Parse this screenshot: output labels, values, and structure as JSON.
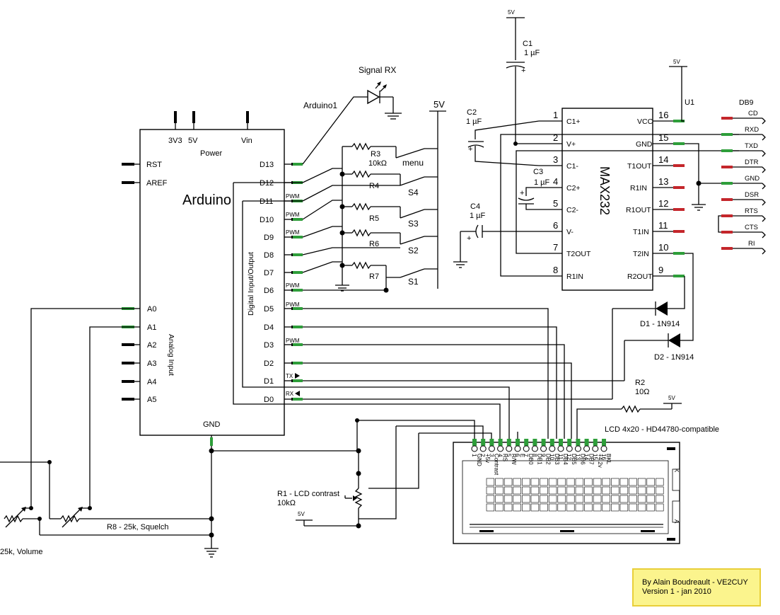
{
  "arduino": {
    "name": "Arduino",
    "power_label": "Power",
    "power_pins": [
      "3V3",
      "5V",
      "Vin"
    ],
    "left_pins": [
      "RST",
      "AREF"
    ],
    "analog_pins": [
      "A0",
      "A1",
      "A2",
      "A3",
      "A4",
      "A5"
    ],
    "analog_label": "Analog Input",
    "digital_label": "Digital Input/Output",
    "digital_pins": [
      "D13",
      "D12",
      "D11",
      "D10",
      "D9",
      "D8",
      "D7",
      "D6",
      "D5",
      "D4",
      "D3",
      "D2",
      "D1",
      "D0"
    ],
    "pwm_tag": "PWM",
    "tx_tag": "TX",
    "rx_tag": "RX",
    "gnd_label": "GND",
    "instance_label": "Arduino1"
  },
  "max232": {
    "name": "MAX232",
    "ref": "U1",
    "left_pins": [
      {
        "num": "1",
        "name": "C1+"
      },
      {
        "num": "2",
        "name": "V+"
      },
      {
        "num": "3",
        "name": "C1-"
      },
      {
        "num": "4",
        "name": "C2+"
      },
      {
        "num": "5",
        "name": "C2-"
      },
      {
        "num": "6",
        "name": "V-"
      },
      {
        "num": "7",
        "name": "T2OUT"
      },
      {
        "num": "8",
        "name": "R1IN"
      }
    ],
    "right_pins": [
      {
        "num": "16",
        "name": "VCC"
      },
      {
        "num": "15",
        "name": "GND"
      },
      {
        "num": "14",
        "name": "T1OUT"
      },
      {
        "num": "13",
        "name": "R1IN"
      },
      {
        "num": "12",
        "name": "R1OUT"
      },
      {
        "num": "11",
        "name": "T1IN"
      },
      {
        "num": "10",
        "name": "T2IN"
      },
      {
        "num": "9",
        "name": "R2OUT"
      }
    ]
  },
  "db9": {
    "title": "DB9",
    "pins": [
      "CD",
      "RXD",
      "TXD",
      "DTR",
      "GND",
      "DSR",
      "RTS",
      "CTS",
      "RI"
    ]
  },
  "supply": "5V",
  "capacitors": [
    {
      "ref": "C1",
      "value": "1 µF"
    },
    {
      "ref": "C2",
      "value": "1 µF"
    },
    {
      "ref": "C3",
      "value": "1 µF"
    },
    {
      "ref": "C4",
      "value": "1 µF"
    }
  ],
  "led": {
    "label": "Signal RX"
  },
  "resistors": {
    "r3_ref": "R3",
    "r3_value": "10kΩ",
    "r4": "R4",
    "r5": "R5",
    "r6": "R6",
    "r7": "R7",
    "r2_ref": "R2",
    "r2_value": "10Ω"
  },
  "switches": [
    "menu",
    "S4",
    "S3",
    "S2",
    "S1"
  ],
  "diodes": [
    "D1 - 1N914",
    "D2 - 1N914"
  ],
  "pots": {
    "r1_label": "R1 - LCD contrast",
    "r1_value": "10kΩ",
    "r8_label": "R8 - 25k, Squelch",
    "vol_label": "25k, Volume"
  },
  "lcd": {
    "title": "LCD 4x20 -  HD44780-compatible",
    "pin_numbers": [
      "1",
      "2",
      "3",
      "4",
      "5",
      "6",
      "7",
      "8",
      "9",
      "10",
      "11",
      "12",
      "13",
      "14",
      "15",
      "16"
    ],
    "pin_names": [
      "GND",
      "+5v",
      "Contrast",
      "RS",
      "R/W",
      "E",
      "DB0",
      "DB1",
      "DB2",
      "DB3",
      "DB4",
      "DB5",
      "DB6",
      "DB7",
      "+4.2v",
      "BKL"
    ],
    "side_a": "K",
    "side_b": "A"
  },
  "credit": {
    "line1": "By Alain Boudreault - VE2CUY",
    "line2": "Version 1 - jan 2010"
  }
}
